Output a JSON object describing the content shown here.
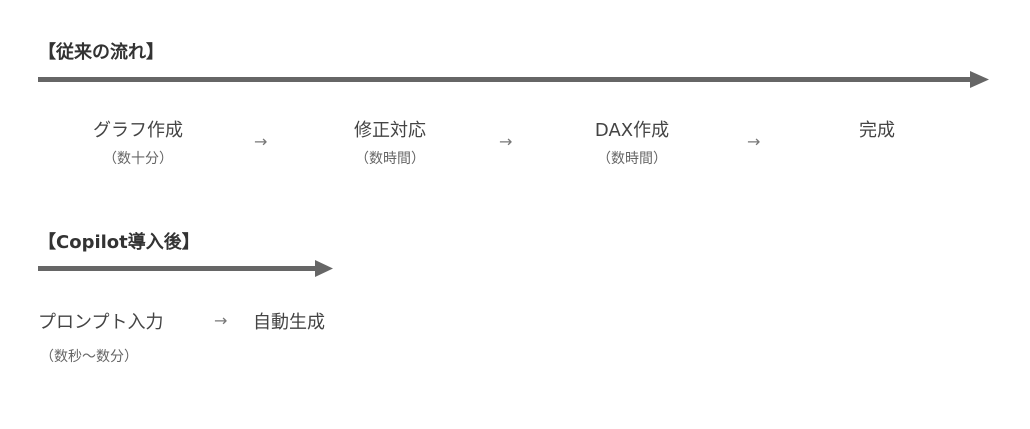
{
  "colors": {
    "arrow": "#666666",
    "title": "#333333",
    "text": "#444444",
    "sub": "#666666"
  },
  "traditional": {
    "title": "【従来の流れ】",
    "steps": [
      {
        "label": "グラフ作成",
        "time": "（数十分）"
      },
      {
        "label": "修正対応",
        "time": "（数時間）"
      },
      {
        "label": "DAX作成",
        "time": "（数時間）"
      },
      {
        "label": "完成"
      }
    ],
    "separator": "→"
  },
  "copilot": {
    "title": "【Copilot導入後】",
    "steps": [
      {
        "label": "プロンプト入力"
      },
      {
        "label": "自動生成"
      }
    ],
    "time": "（数秒〜数分）",
    "separator": "→"
  }
}
